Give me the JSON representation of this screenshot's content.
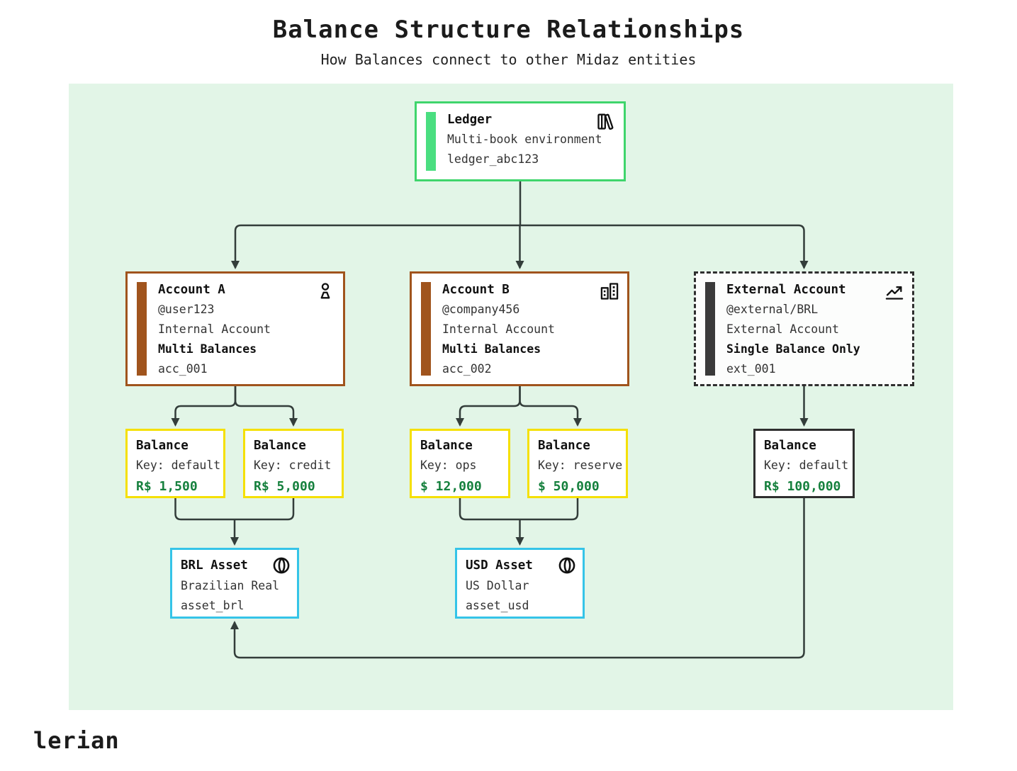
{
  "title": "Balance Structure Relationships",
  "subtitle": "How Balances connect to other Midaz entities",
  "logo": "lerian",
  "colors": {
    "panel_background": "#e2f5e7",
    "ledger_green": "#3fd56c",
    "account_brown": "#a0541d",
    "balance_yellow": "#f5e003",
    "asset_cyan": "#35c4e8",
    "external_dark": "#2f2f2f",
    "amount_green": "#15803d",
    "connector": "#333d3a"
  },
  "nodes": {
    "ledger": {
      "icon": "library-icon",
      "title": "Ledger",
      "line1": "Multi-book environment",
      "line2": "ledger_abc123"
    },
    "account_a": {
      "icon": "person-icon",
      "title": "Account A",
      "handle": "@user123",
      "type": "Internal Account",
      "mode": "Multi Balances",
      "id": "acc_001"
    },
    "account_b": {
      "icon": "building-icon",
      "title": "Account B",
      "handle": "@company456",
      "type": "Internal Account",
      "mode": "Multi Balances",
      "id": "acc_002"
    },
    "external_account": {
      "icon": "trending-up-icon",
      "title": "External Account",
      "handle": "@external/BRL",
      "type": "External Account",
      "mode": "Single Balance Only",
      "id": "ext_001"
    }
  },
  "balances": [
    {
      "title": "Balance",
      "key": "Key: default",
      "amount": "R$ 1,500"
    },
    {
      "title": "Balance",
      "key": "Key: credit",
      "amount": "R$ 5,000"
    },
    {
      "title": "Balance",
      "key": "Key: ops",
      "amount": "$ 12,000"
    },
    {
      "title": "Balance",
      "key": "Key: reserve",
      "amount": "$ 50,000"
    },
    {
      "title": "Balance",
      "key": "Key: default",
      "amount": "R$ 100,000"
    }
  ],
  "assets": [
    {
      "icon": "coin-icon",
      "title": "BRL Asset",
      "name": "Brazilian Real",
      "id": "asset_brl"
    },
    {
      "icon": "coin-icon",
      "title": "USD Asset",
      "name": "US Dollar",
      "id": "asset_usd"
    }
  ]
}
